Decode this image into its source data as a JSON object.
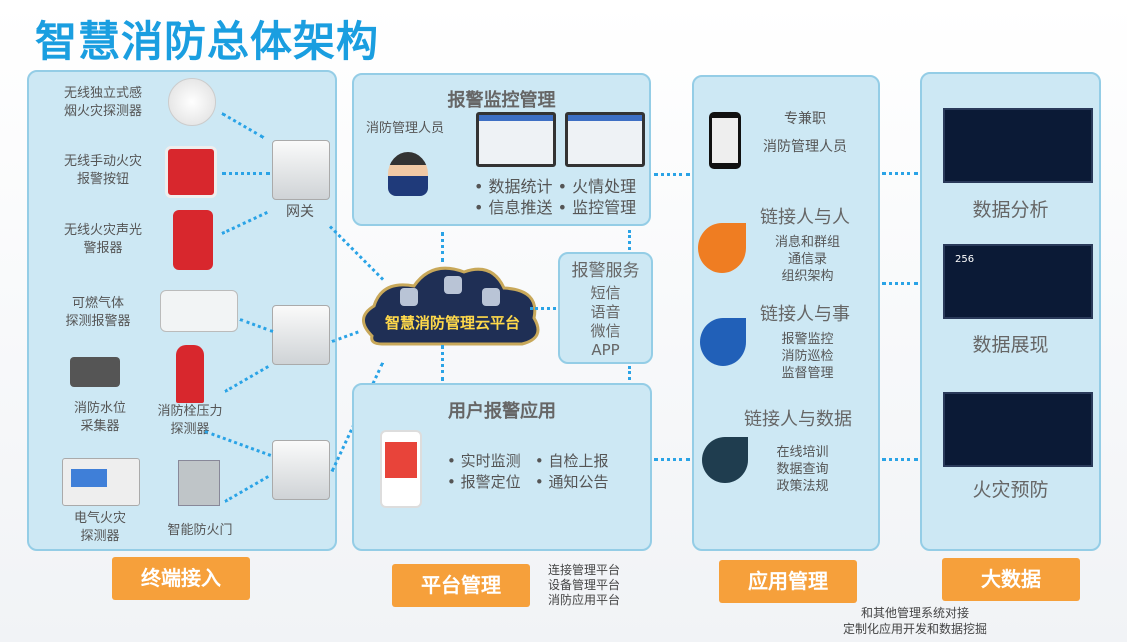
{
  "title": "智慧消防总体架构",
  "terminal": {
    "devices": [
      "无线独立式感\n烟火灾探测器",
      "无线手动火灾\n报警按钮",
      "无线火灾声光\n警报器",
      "可燃气体\n探测报警器",
      "消防水位\n采集器",
      "消防栓压力\n探测器",
      "电气火灾\n探测器",
      "智能防火门"
    ],
    "gateway": "网关",
    "button": "终端接入"
  },
  "platform": {
    "monitor": {
      "title": "报警监控管理",
      "role": "消防管理人员",
      "features": "• 数据统计 • 火情处理\n• 信息推送 • 监控管理"
    },
    "cloud": "智慧消防管理云平台",
    "service": {
      "title": "报警服务",
      "items": [
        "短信",
        "语音",
        "微信",
        "APP"
      ]
    },
    "user_app": {
      "title": "用户报警应用",
      "features": "• 实时监测   • 自检上报\n• 报警定位   • 通知公告"
    },
    "button": "平台管理",
    "notes": [
      "连接管理平台",
      "设备管理平台",
      "消防应用平台"
    ]
  },
  "application": {
    "role_lines": [
      "专兼职",
      "消防管理人员"
    ],
    "groups": [
      {
        "title": "链接人与人",
        "items": [
          "消息和群组",
          "通信录",
          "组织架构"
        ]
      },
      {
        "title": "链接人与事",
        "items": [
          "报警监控",
          "消防巡检",
          "监督管理"
        ]
      },
      {
        "title": "链接人与数据",
        "items": [
          "在线培训",
          "数据查询",
          "政策法规"
        ]
      }
    ],
    "button": "应用管理"
  },
  "bigdata": {
    "items": [
      "数据分析",
      "数据展现",
      "火灾预防"
    ],
    "screen_value": "256",
    "button": "大数据",
    "notes": [
      "和其他管理系统对接",
      "定制化应用开发和数据挖掘"
    ]
  },
  "colors": {
    "title": "#1a9ee0",
    "panel": "#cde8f4",
    "button": "#f6a03b",
    "arrow": "#2aa3e6"
  }
}
